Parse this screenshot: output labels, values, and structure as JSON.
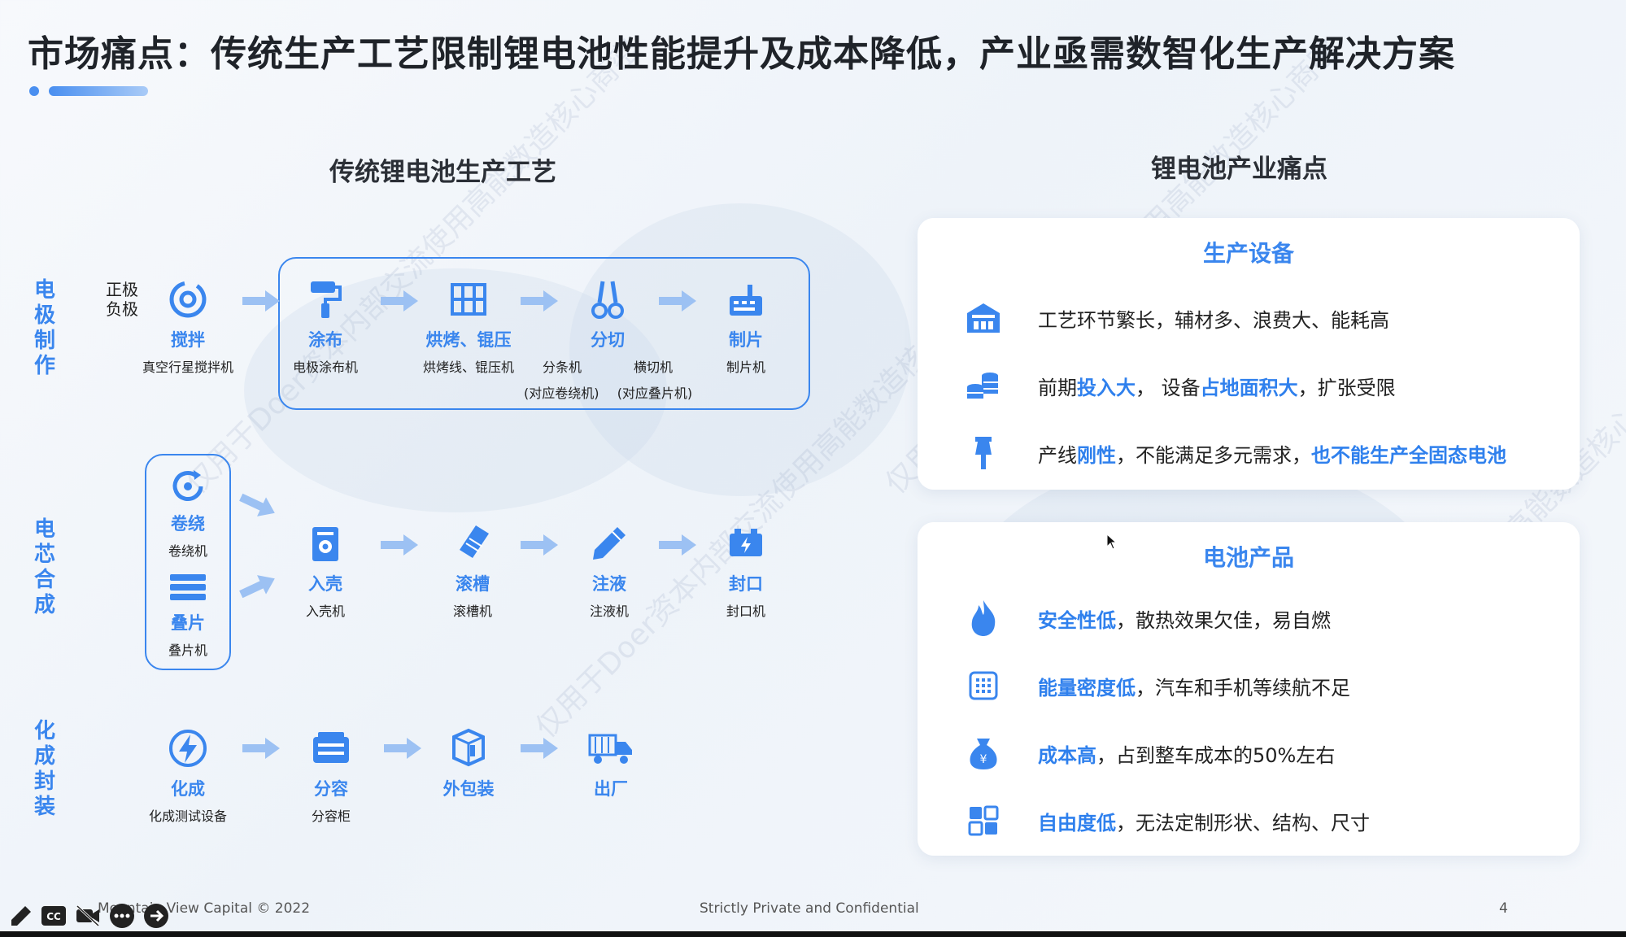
{
  "slide": {
    "title": "市场痛点：传统生产工艺限制锂电池性能提升及成本降低，产业亟需数智化生产解决方案",
    "watermark": "仅用于Doer资本内部交流使用高能数造核心商密"
  },
  "process": {
    "heading": "传统锂电池生产工艺",
    "rows": [
      {
        "label": "电极制作"
      },
      {
        "label": "电芯合成"
      },
      {
        "label": "化成封装"
      }
    ],
    "electrode_inputs": [
      "正极",
      "负极"
    ],
    "nodes": {
      "mix": {
        "label": "搅拌",
        "sub": "真空行星搅拌机",
        "icon": "mixer-icon"
      },
      "coat": {
        "label": "涂布",
        "sub": "电极涂布机",
        "icon": "paint-roller-icon"
      },
      "bake": {
        "label": "烘烤、锟压",
        "sub": "烘烤线、锟压机",
        "icon": "grid-icon"
      },
      "cut": {
        "label": "分切",
        "sub1": "分条机",
        "sub2": "横切机",
        "note1": "(对应卷绕机)",
        "note2": "(对应叠片机)",
        "icon": "cutter-icon"
      },
      "sheet": {
        "label": "制片",
        "sub": "制片机",
        "icon": "sheet-machine-icon"
      },
      "wind": {
        "label": "卷绕",
        "sub": "卷绕机",
        "icon": "wind-icon"
      },
      "stack": {
        "label": "叠片",
        "sub": "叠片机",
        "icon": "stack-icon"
      },
      "shell": {
        "label": "入壳",
        "sub": "入壳机",
        "icon": "shell-icon"
      },
      "groove": {
        "label": "滚槽",
        "sub": "滚槽机",
        "icon": "groove-tool-icon"
      },
      "inject": {
        "label": "注液",
        "sub": "注液机",
        "icon": "pen-icon"
      },
      "seal": {
        "label": "封口",
        "sub": "封口机",
        "icon": "battery-seal-icon"
      },
      "form": {
        "label": "化成",
        "sub": "化成测试设备",
        "icon": "lightning-icon"
      },
      "grade": {
        "label": "分容",
        "sub": "分容柜",
        "icon": "cabinet-icon"
      },
      "pack": {
        "label": "外包装",
        "icon": "box-icon"
      },
      "ship": {
        "label": "出厂",
        "icon": "truck-icon"
      }
    }
  },
  "pain": {
    "heading": "锂电池产业痛点",
    "equipment": {
      "title": "生产设备",
      "items": [
        {
          "icon": "factory-icon",
          "t1": "工艺环节繁长，辅材多、浪费大、能耗高"
        },
        {
          "icon": "coins-icon",
          "t1": "前期",
          "h1": "投入大",
          "t2": "，  设备",
          "h2": "占地面积大",
          "t3": "，扩张受限"
        },
        {
          "icon": "pin-icon",
          "t1": "产线",
          "h1": "刚性",
          "t2": "，不能满足多元需求，",
          "h2": "也不能生产全固态电池"
        }
      ]
    },
    "product": {
      "title": "电池产品",
      "items": [
        {
          "icon": "flame-icon",
          "h1": "安全性低",
          "t1": "，散热效果欠佳，易自燃"
        },
        {
          "icon": "calculator-icon",
          "h1": "能量密度低",
          "t1": "，汽车和手机等续航不足"
        },
        {
          "icon": "money-bag-icon",
          "h1": "成本高",
          "t1": "，占到整车成本的50%左右"
        },
        {
          "icon": "blocks-icon",
          "h1": "自由度低",
          "t1": "，无法定制形状、结构、尺寸"
        }
      ]
    }
  },
  "footer": {
    "company": "Mountain View Capital © 2022",
    "confidential": "Strictly Private and Confidential",
    "page": "4"
  },
  "player": {
    "controls": [
      "pen-icon",
      "cc-icon",
      "video-off-icon",
      "more-icon",
      "next-icon"
    ]
  },
  "colors": {
    "accent": "#3a86ee",
    "title": "#1f2329"
  }
}
